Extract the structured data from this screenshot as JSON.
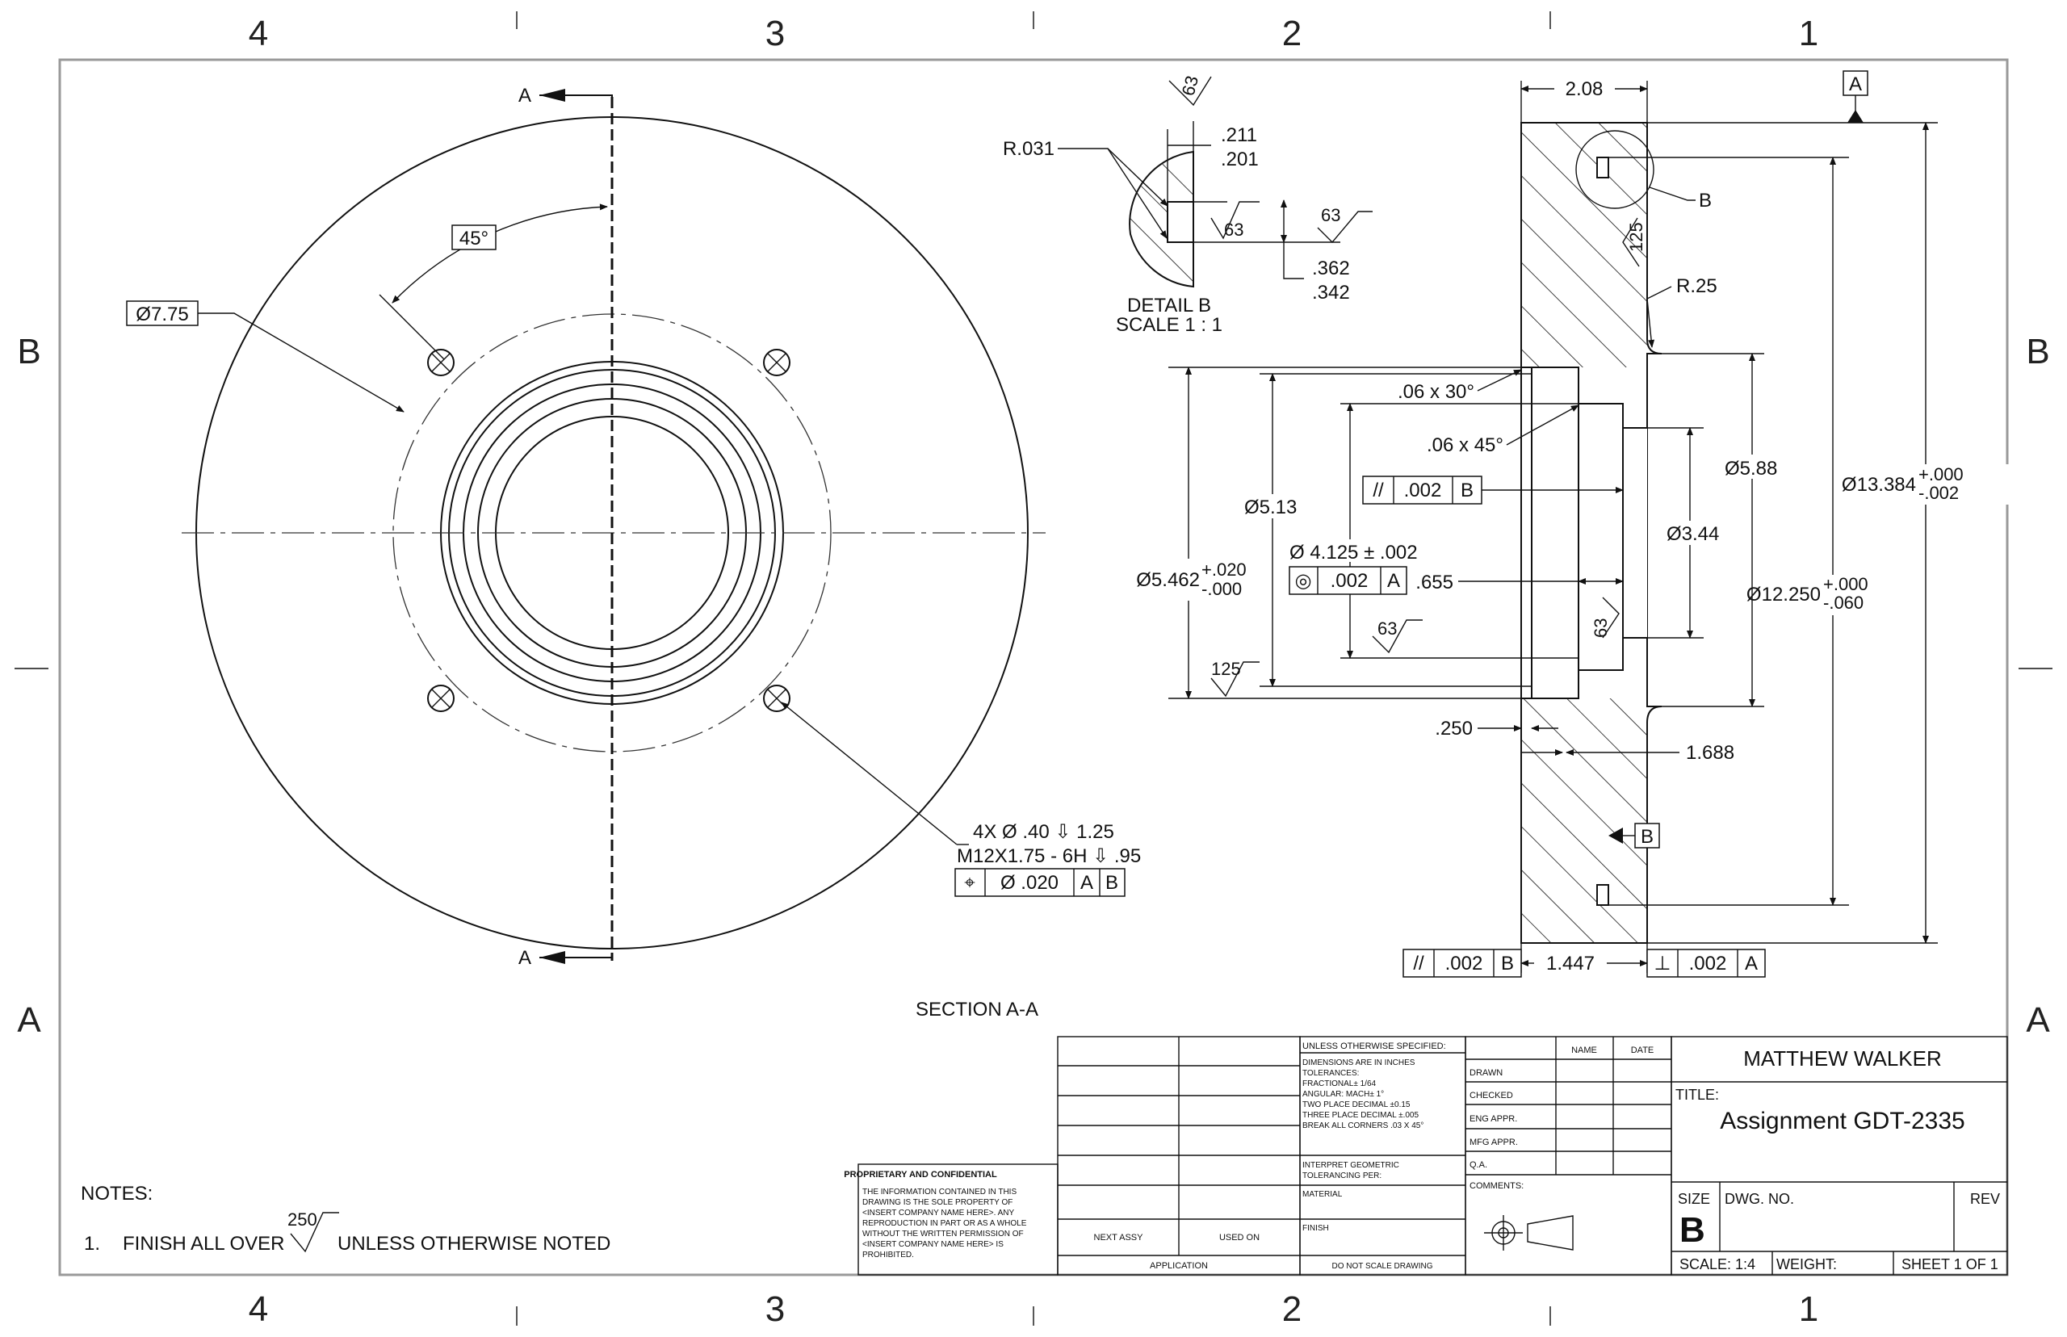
{
  "zones": {
    "columns": [
      "4",
      "3",
      "2",
      "1"
    ],
    "rows": [
      "B",
      "A"
    ]
  },
  "section": {
    "cut_label": "A",
    "title": "SECTION A-A"
  },
  "front_view": {
    "angle": "45°",
    "bolt_circle": "7.75",
    "diameter_symbol": "Ø",
    "hole_note_line1": "4X  Ø  .40  ⇩  1.25",
    "hole_note_line2": "M12X1.75 - 6H  ⇩  .95",
    "hole_fcf": [
      "⌖",
      "Ø  .020",
      "A",
      "B"
    ]
  },
  "detail_b": {
    "title": "DETAIL B",
    "scale": "SCALE 1 : 1",
    "radius": "R.031",
    "finish": "63",
    "finish_2": "63",
    "finish_3": "63",
    "dim_top_upper": ".211",
    "dim_top_lower": ".201",
    "dim_depth_upper": ".362",
    "dim_depth_lower": ".342"
  },
  "section_view": {
    "datum_a": "A",
    "datum_b": "B",
    "detail_callout": "B",
    "width": "2.08",
    "finish_125": "125",
    "radius": "R.25",
    "chamfer_30": ".06 x 30°",
    "chamfer_45": ".06 x 45°",
    "dia_5_88": "Ø5.88",
    "dia_13_384": "Ø13.384",
    "dia_13_384_tol_upper": "+.000",
    "dia_13_384_tol_lower": "-.002",
    "dia_5_13": "Ø5.13",
    "dia_3_44": "Ø3.44",
    "dia_4_125": "Ø 4.125 ± .002",
    "dia_12_250": "Ø12.250",
    "dia_12_250_tol_upper": "+.000",
    "dia_12_250_tol_lower": "-.060",
    "dia_5_462": "Ø5.462",
    "dia_5_462_tol_upper": "+.020",
    "dia_5_462_tol_lower": "-.000",
    "parallel_fcf": [
      "//",
      ".002",
      "B"
    ],
    "concentric_fcf": [
      "◎",
      ".002",
      "A"
    ],
    "dim_655": ".655",
    "finish_63": "63",
    "finish_63_b": "63",
    "finish_125_b": "125",
    "dim_250": ".250",
    "dim_1_688": "1.688",
    "dim_1_447": "1.447",
    "bottom_parallel_fcf": [
      "//",
      ".002",
      "B"
    ],
    "bottom_perp_fcf": [
      "⊥",
      ".002",
      "A"
    ]
  },
  "notes": {
    "heading": "NOTES:",
    "item_number": "1.",
    "item_pre": "FINISH ALL OVER",
    "item_finish": "250",
    "item_post": "UNLESS OTHERWISE NOTED"
  },
  "title_block": {
    "proprietary_title": "PROPRIETARY AND CONFIDENTIAL",
    "proprietary_lines": [
      "THE INFORMATION CONTAINED IN THIS",
      "DRAWING IS THE SOLE PROPERTY OF",
      "<INSERT COMPANY NAME HERE>.  ANY",
      "REPRODUCTION IN PART OR AS A WHOLE",
      "WITHOUT THE WRITTEN PERMISSION OF",
      "<INSERT COMPANY NAME HERE> IS",
      "PROHIBITED."
    ],
    "next_assy": "NEXT ASSY",
    "used_on": "USED ON",
    "application": "APPLICATION",
    "unless_specified": "UNLESS OTHERWISE SPECIFIED:",
    "tolerance_lines": [
      "DIMENSIONS ARE IN INCHES",
      "TOLERANCES:",
      "FRACTIONAL± 1/64",
      "ANGULAR: MACH± 1°",
      "TWO PLACE DECIMAL    ±0.15",
      "THREE PLACE DECIMAL  ±.005",
      "BREAK ALL CORNERS .03 X 45°"
    ],
    "interpret_lines": [
      "INTERPRET GEOMETRIC",
      "TOLERANCING PER:"
    ],
    "material": "MATERIAL",
    "finish": "FINISH",
    "do_not_scale": "DO NOT SCALE DRAWING",
    "col_name": "NAME",
    "col_date": "DATE",
    "rows": [
      "DRAWN",
      "CHECKED",
      "ENG APPR.",
      "MFG APPR.",
      "Q.A."
    ],
    "comments": "COMMENTS:",
    "company": "MATTHEW WALKER",
    "title_label": "TITLE:",
    "title": "Assignment GDT-2335",
    "size_label": "SIZE",
    "size": "B",
    "dwg_no_label": "DWG.  NO.",
    "rev_label": "REV",
    "scale": "SCALE: 1:4",
    "weight": "WEIGHT:",
    "sheet": "SHEET 1 OF 1"
  }
}
